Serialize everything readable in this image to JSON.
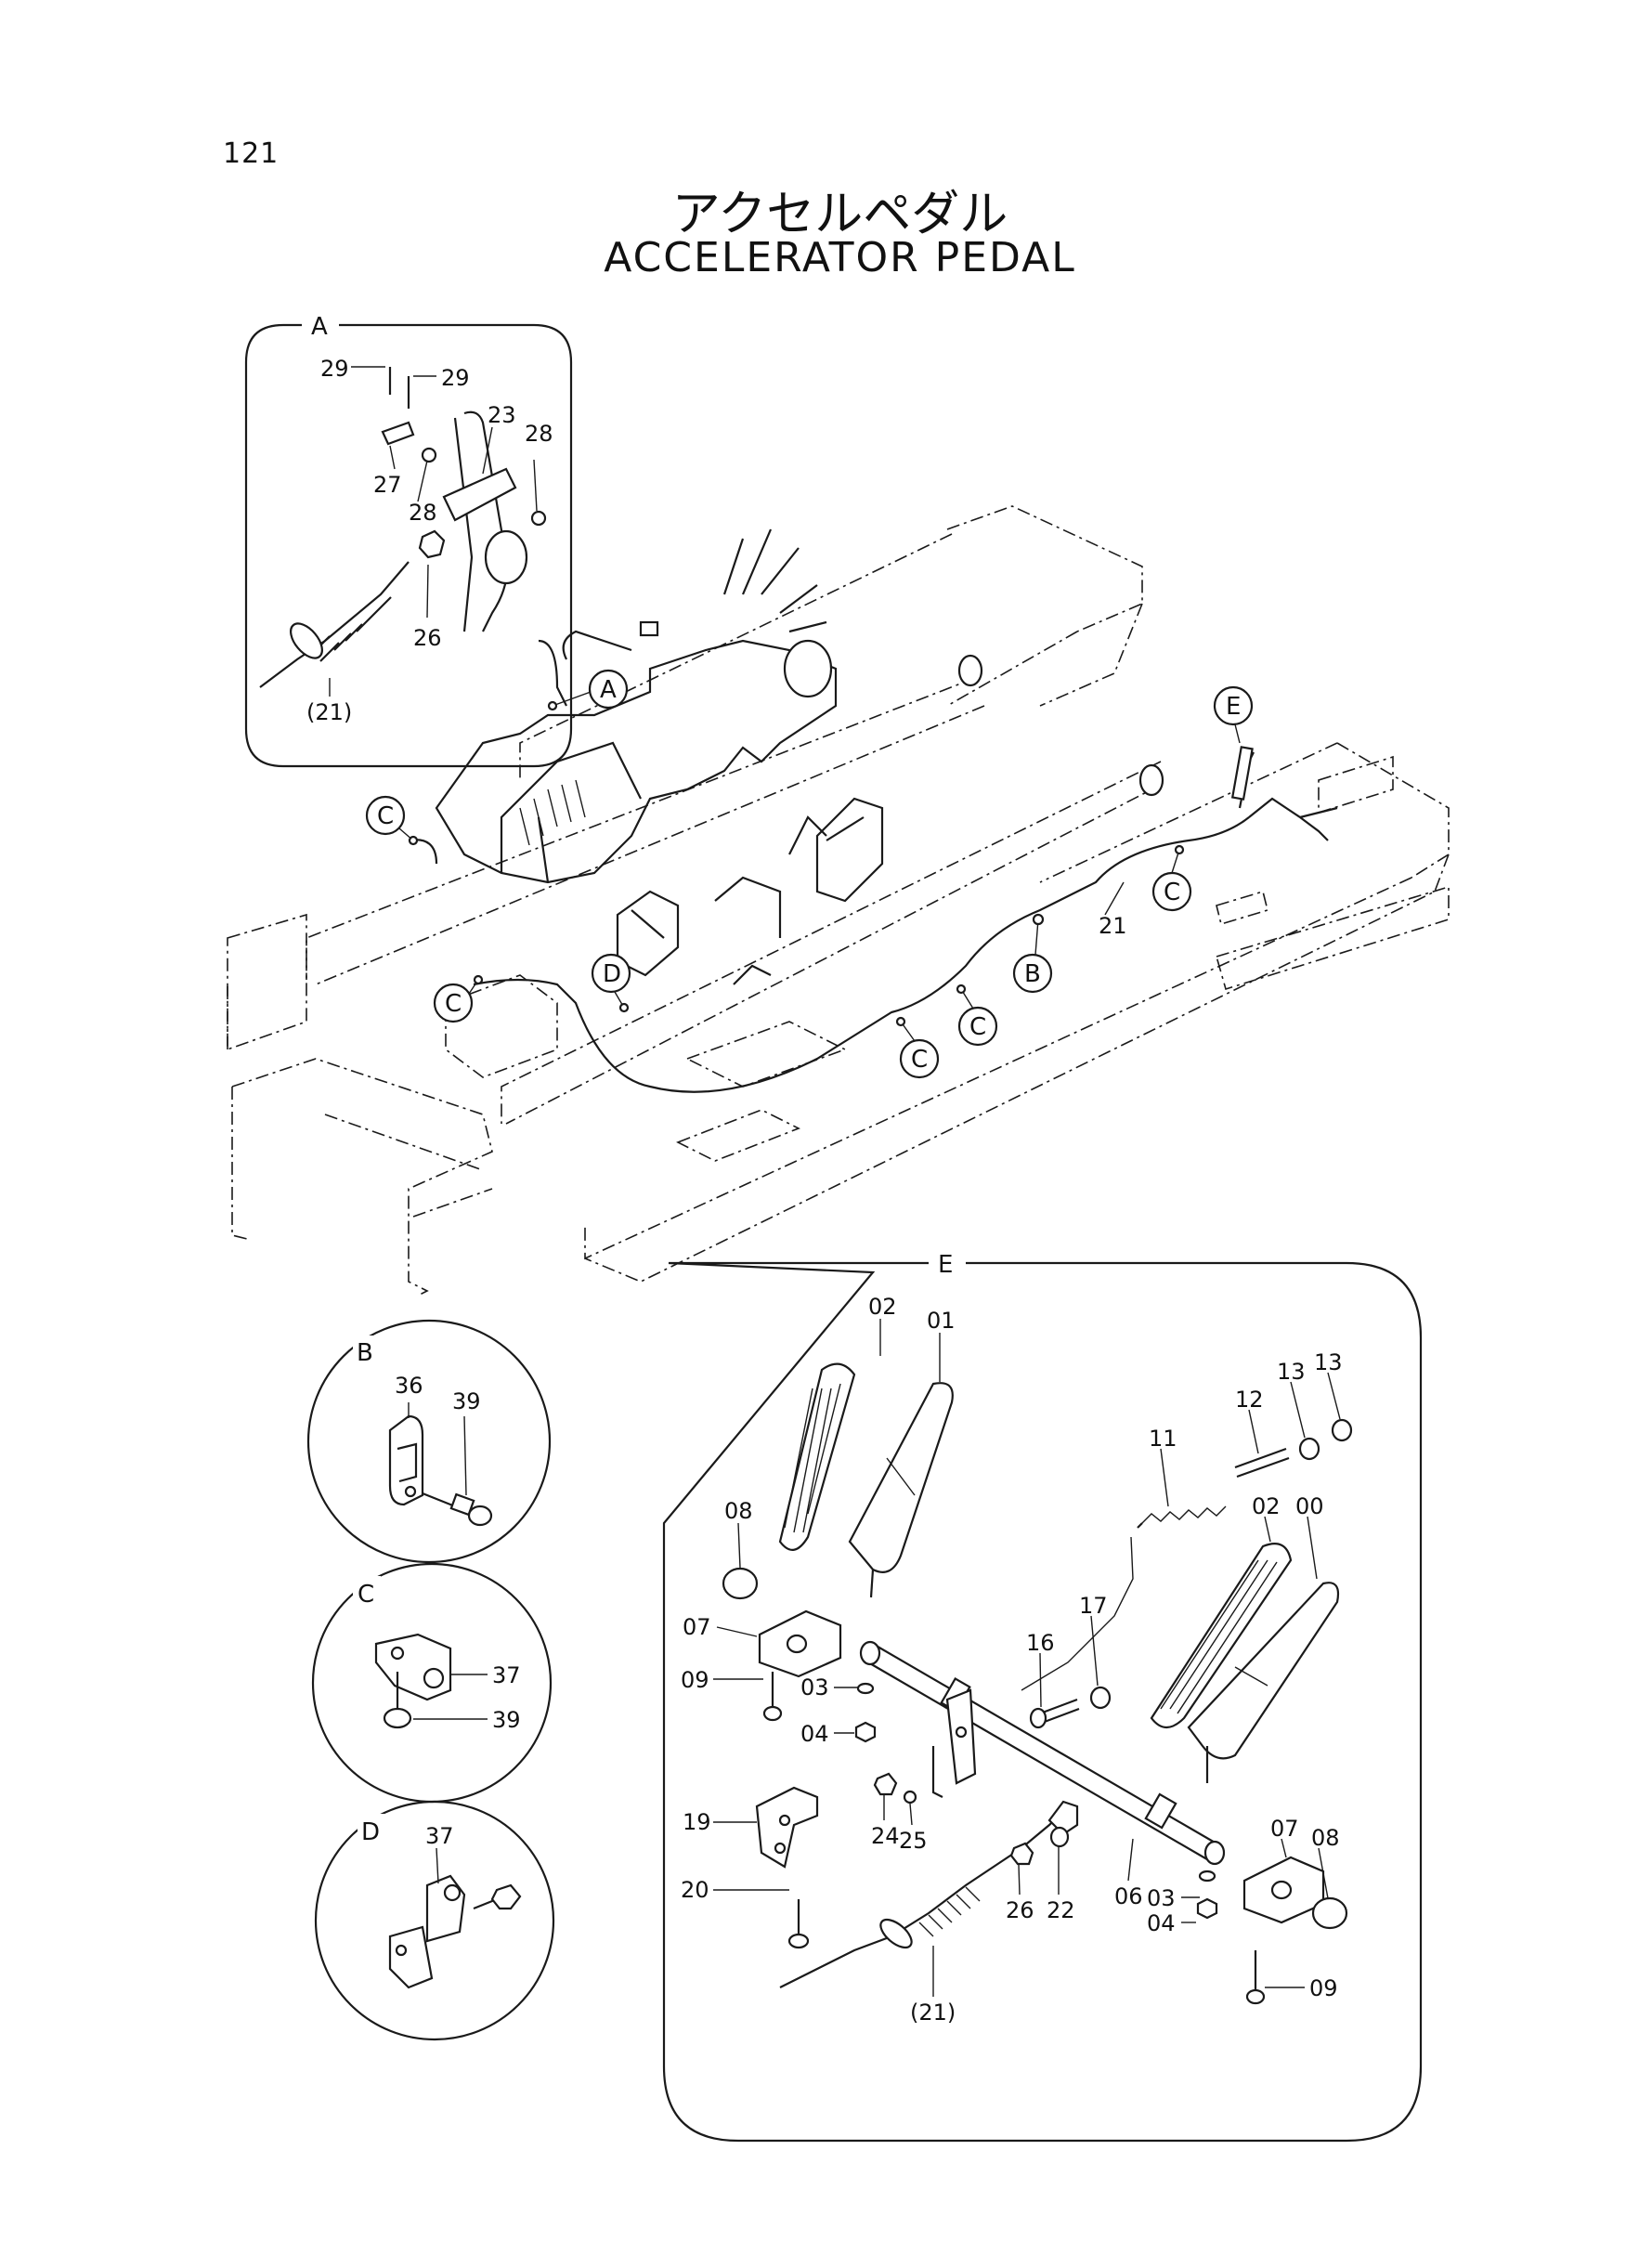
{
  "page_number": "121",
  "title_jp": "アクセルペダル",
  "title_en": "ACCELERATOR PEDAL",
  "insets": {
    "A": {
      "label": "A",
      "callouts": [
        "29",
        "29",
        "23",
        "28",
        "27",
        "28",
        "26",
        "(21)"
      ]
    },
    "B": {
      "label": "B",
      "callouts": [
        "36",
        "39"
      ]
    },
    "C": {
      "label": "C",
      "callouts": [
        "37",
        "39"
      ]
    },
    "D": {
      "label": "D",
      "callouts": [
        "37"
      ]
    },
    "E": {
      "label": "E",
      "callouts": [
        "02",
        "01",
        "13",
        "13",
        "12",
        "11",
        "02",
        "00",
        "08",
        "07",
        "17",
        "16",
        "09",
        "03",
        "04",
        "19",
        "24",
        "25",
        "07",
        "08",
        "06",
        "20",
        "26",
        "22",
        "03",
        "04",
        "(21)",
        "09"
      ]
    }
  },
  "main_view": {
    "refs": [
      "A",
      "C",
      "C",
      "D",
      "E",
      "C",
      "B",
      "C",
      "C"
    ],
    "part_21": "21"
  }
}
